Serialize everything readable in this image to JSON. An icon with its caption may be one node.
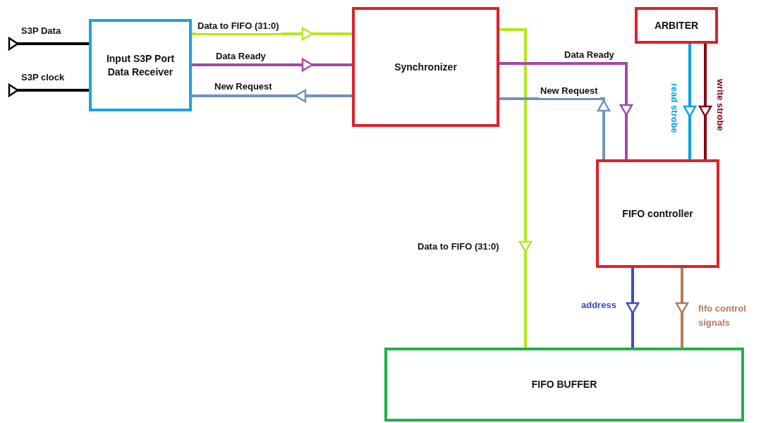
{
  "diagram": {
    "nodes": [
      {
        "text": [
          "Input S3P Port Data Receiver"
        ]
      },
      {
        "text": [
          "Synchronizer"
        ]
      },
      {
        "text": [
          "ARBITER"
        ]
      },
      {
        "text": [
          "FIFO controller"
        ]
      },
      {
        "text": [
          "FIFO BUFFER"
        ]
      }
    ],
    "edges": [
      {
        "from": 0,
        "to": null,
        "arrow": "to",
        "label": "S3P Data",
        "color": "#000000"
      },
      {
        "from": 0,
        "to": null,
        "arrow": "to",
        "label": "S3P clock",
        "color": "#000000"
      },
      {
        "from": 0,
        "to": 1,
        "arrow": "to",
        "label": "Data to FIFO (31:0)",
        "color": "#b5e61d"
      },
      {
        "from": 0,
        "to": 1,
        "arrow": "to",
        "label": "Data Ready",
        "color": "#a349a4"
      },
      {
        "from": 1,
        "to": 0,
        "arrow": "to",
        "label": "New Request",
        "color": "#7092be"
      },
      {
        "from": 1,
        "to": 4,
        "arrow": "to",
        "label": "Data to FIFO (31:0)",
        "color": "#b5e61d"
      },
      {
        "from": 1,
        "to": 3,
        "arrow": "to",
        "label": "Data Ready",
        "color": "#a349a4"
      },
      {
        "from": 3,
        "to": 1,
        "arrow": "to",
        "label": "New Request",
        "color": "#7092be"
      },
      {
        "from": 2,
        "to": 3,
        "arrow": "to",
        "label": "read strobe",
        "color": "#00a2e8"
      },
      {
        "from": 2,
        "to": 3,
        "arrow": "to",
        "label": "write strobe",
        "color": "#880015"
      },
      {
        "from": 3,
        "to": 4,
        "arrow": "to",
        "label": "address",
        "color": "#3f48cc"
      },
      {
        "from": 3,
        "to": 4,
        "arrow": "to",
        "label": "fifo control signals",
        "color": "#b97a57"
      }
    ]
  }
}
